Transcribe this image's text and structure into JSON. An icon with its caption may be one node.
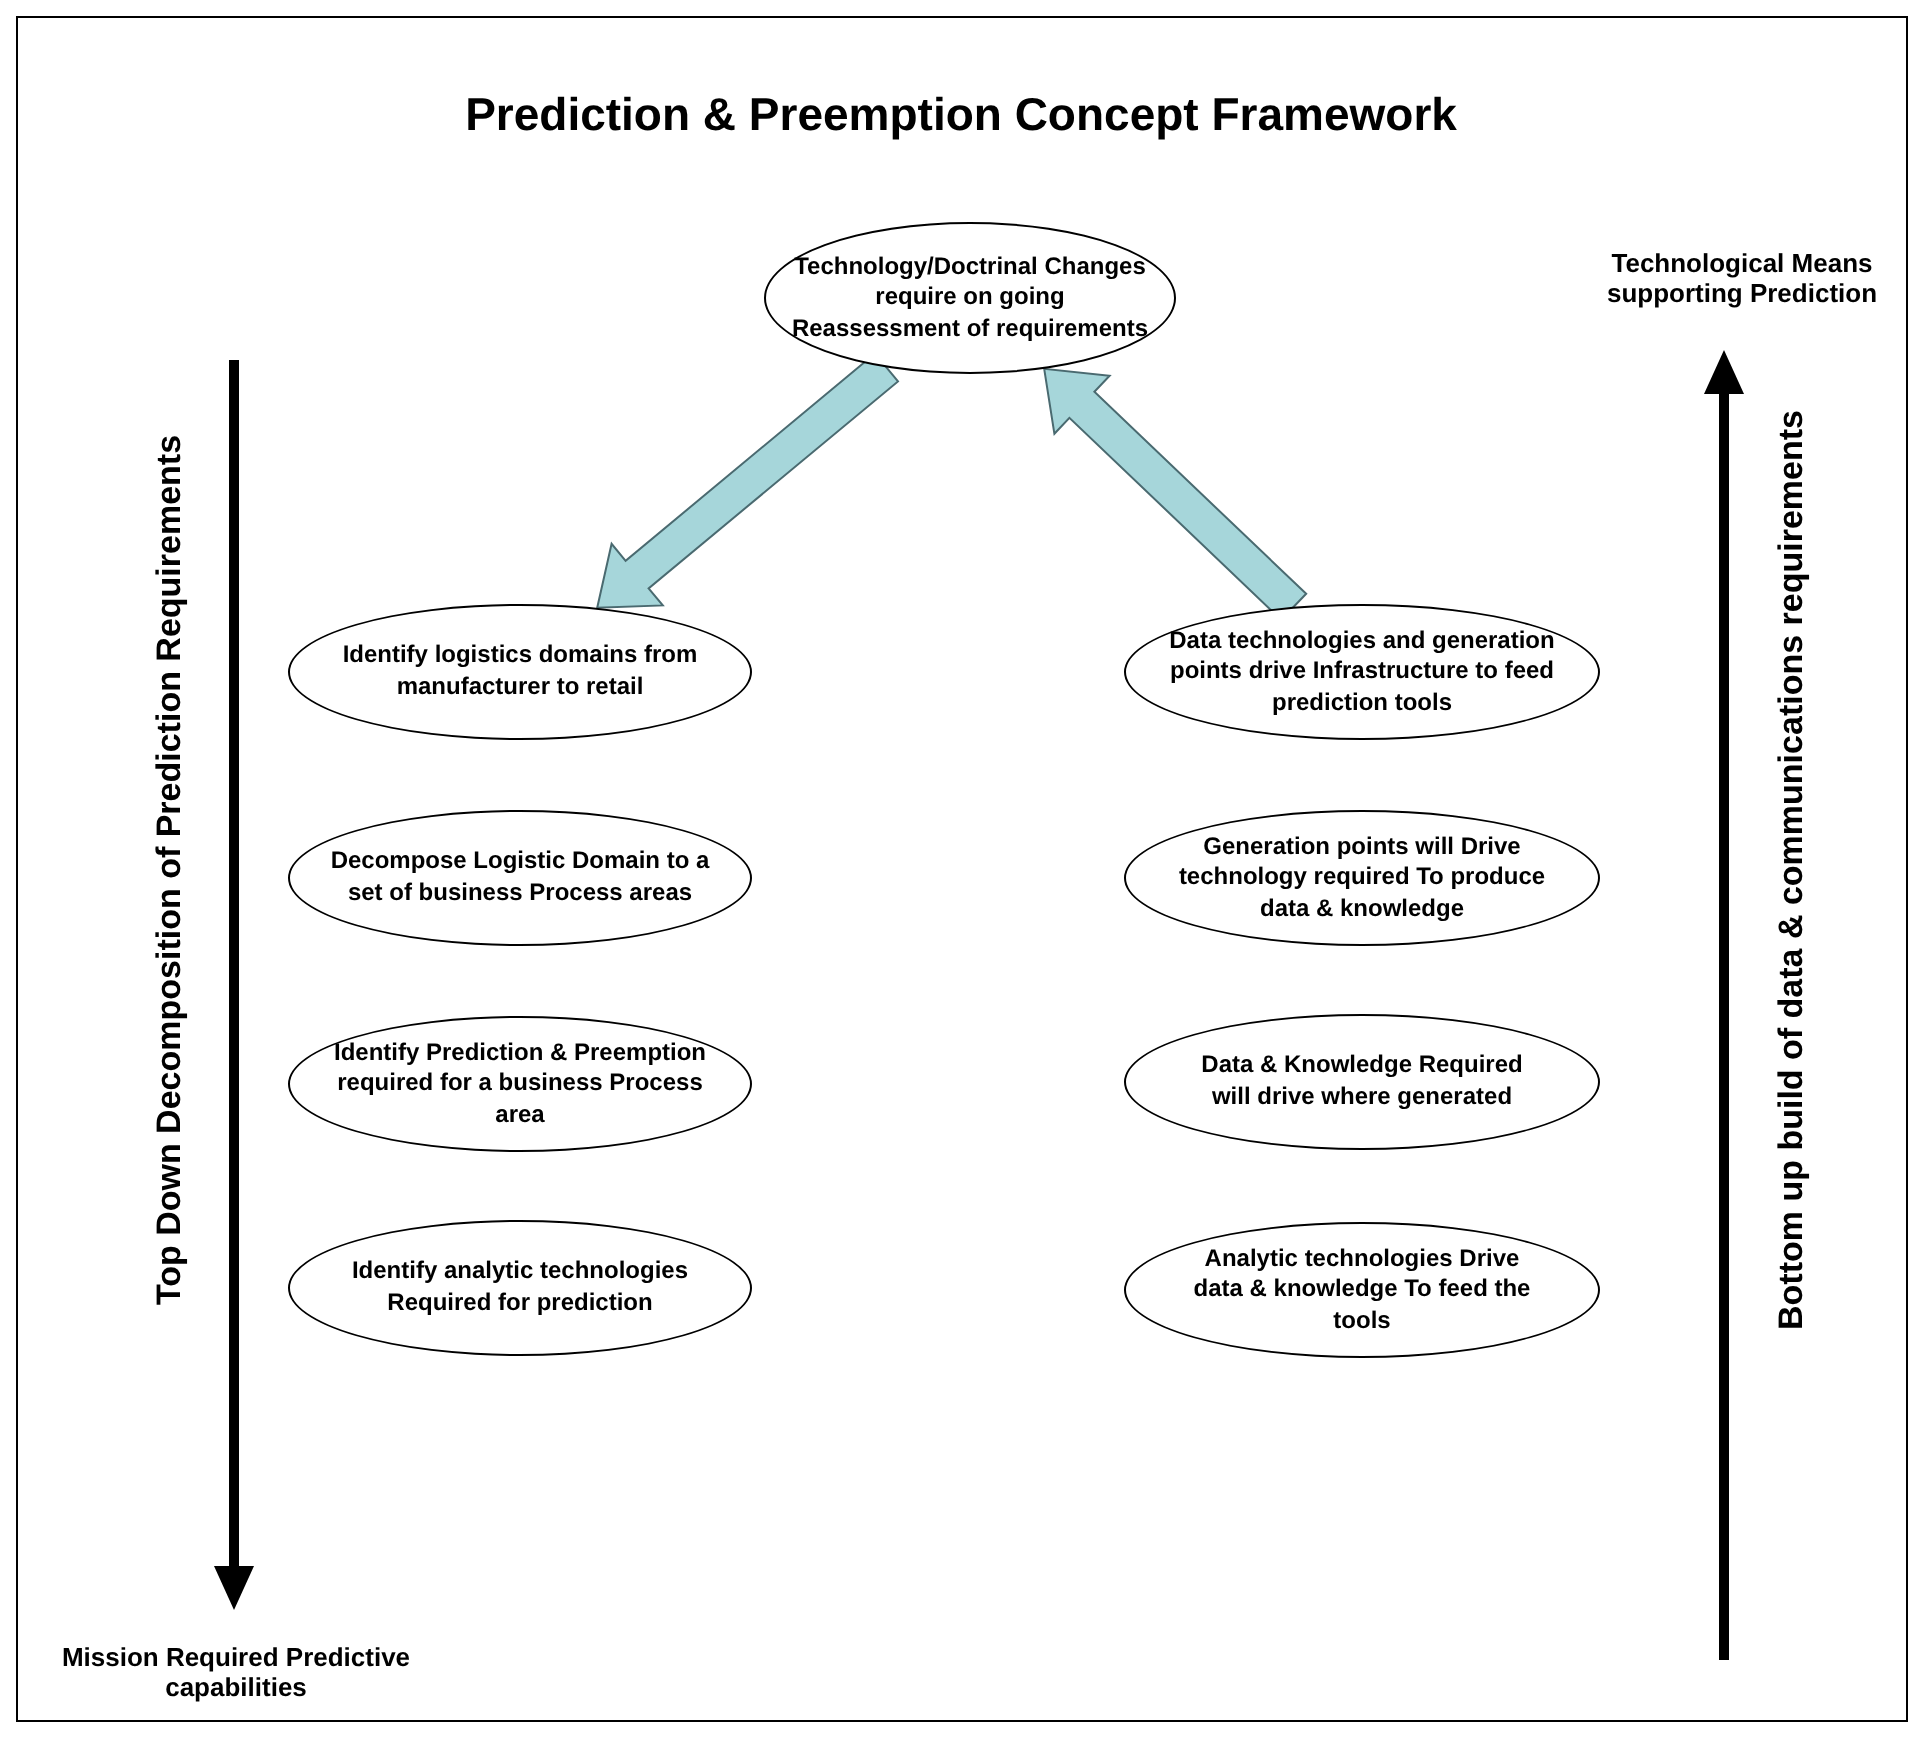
{
  "diagram": {
    "title": "Prediction & Preemption Concept Framework",
    "nodes": [
      {
        "text": [
          "Technology/Doctrinal Changes require on going Reassessment of requirements"
        ]
      },
      {
        "text": [
          "Identify logistics domains from manufacturer to retail"
        ]
      },
      {
        "text": [
          "Decompose Logistic Domain to a set of business Process areas"
        ]
      },
      {
        "text": [
          "Identify Prediction & Preemption required for a business Process area"
        ]
      },
      {
        "text": [
          "Identify analytic technologies Required for prediction"
        ]
      },
      {
        "text": [
          "Data technologies and generation points drive Infrastructure to feed prediction tools"
        ]
      },
      {
        "text": [
          "Generation points will Drive technology required To produce data & knowledge"
        ]
      },
      {
        "text": [
          "Data & Knowledge Required will drive where generated"
        ]
      },
      {
        "text": [
          "Analytic technologies Drive data & knowledge To feed the tools"
        ]
      }
    ],
    "edges": [
      {
        "from": 0,
        "to": 1,
        "arrow": "to",
        "style": "thick",
        "color": "#a6d6da"
      },
      {
        "from": 5,
        "to": 0,
        "arrow": "to",
        "style": "thick",
        "color": "#a6d6da"
      }
    ],
    "labels": [
      "Technological Means supporting Prediction",
      "Top Down Decomposition of Prediction Requirements",
      "Bottom up build of data & communications requirements",
      "Mission Required Predictive capabilities"
    ]
  }
}
